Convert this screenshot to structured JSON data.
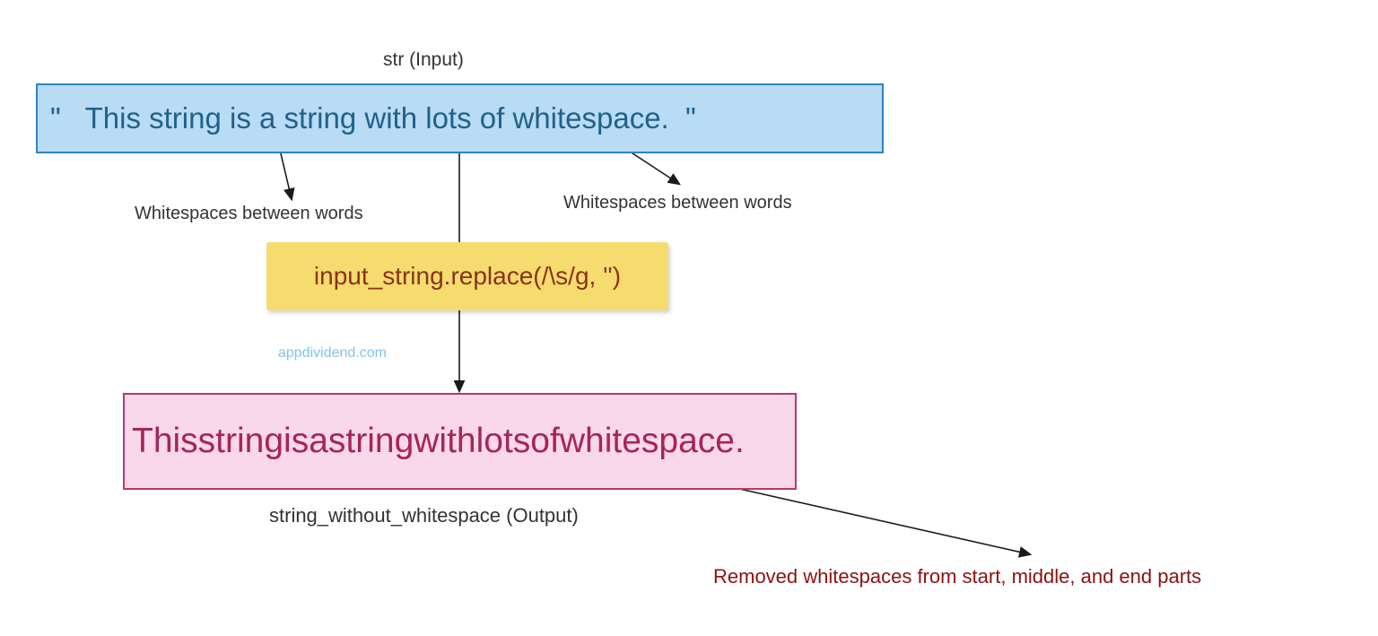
{
  "diagram": {
    "input_label": "str (Input)",
    "input_box_text": "\"   This string is a string with lots of whitespace.  \"",
    "left_annotation": "Whitespaces between words",
    "right_annotation": "Whitespaces between words",
    "code_box_text": "input_string.replace(/\\s/g, '')",
    "watermark": "appdividend.com",
    "output_box_text": "Thisstringisastringwithlotsofwhitespace.",
    "output_label": "string_without_whitespace (Output)",
    "bottom_annotation": "Removed whitespaces from start, middle, and end parts",
    "colors": {
      "input_bg": "#b9dbf3",
      "input_border": "#2e86c1",
      "input_text": "#1f618d",
      "code_bg": "#f6db6f",
      "code_text": "#8a3318",
      "output_bg": "#f8d8ea",
      "output_border": "#b23a6e",
      "output_text": "#a62458",
      "annotation_text": "#333333",
      "watermark_text": "#85c1e9",
      "bottom_annotation_text": "#8b1212",
      "arrow": "#1a1a1a"
    }
  }
}
